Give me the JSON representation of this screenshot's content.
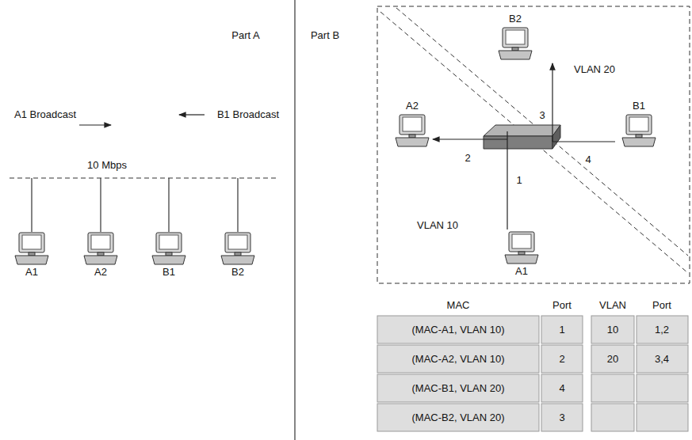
{
  "diagram": {
    "nodes": [
      {
        "text": [
          "A1"
        ]
      },
      {
        "text": [
          "A2"
        ]
      },
      {
        "text": [
          "B1"
        ]
      },
      {
        "text": [
          "B2"
        ]
      },
      {
        "text": [
          "B2"
        ]
      },
      {
        "text": [
          "A2"
        ]
      },
      {
        "text": [
          "B1"
        ]
      },
      {
        "text": [
          "A1"
        ]
      }
    ],
    "labels": [
      "Part A",
      "A1 Broadcast",
      "B1 Broadcast",
      "10 Mbps",
      "Part B",
      "VLAN 20",
      "VLAN 10",
      "1",
      "2",
      "3",
      "4",
      "MAC",
      "Port",
      "(MAC-A1, VLAN 10)",
      "1",
      "(MAC-A2, VLAN 10)",
      "2",
      "(MAC-B1, VLAN 20)",
      "4",
      "(MAC-B2, VLAN 20)",
      "3",
      "VLAN",
      "Port",
      "10",
      "1,2",
      "20",
      "3,4"
    ]
  }
}
